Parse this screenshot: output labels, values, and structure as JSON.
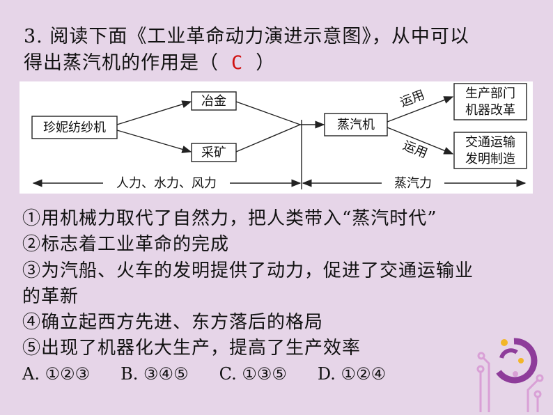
{
  "question": {
    "line1": "3. 阅读下面《工业革命动力演进示意图》，从中可以",
    "line2_prefix": "得出蒸汽机的作用是（",
    "answer": "C",
    "line2_suffix": "）"
  },
  "diagram": {
    "start": "珍妮纺纱机",
    "branch_top": "冶金",
    "branch_bottom": "采矿",
    "center": "蒸汽机",
    "use_top": "运用",
    "use_bottom": "运用",
    "result_top_line1": "生产部门",
    "result_top_line2": "机器改革",
    "result_bottom_line1": "交通运输",
    "result_bottom_line2": "发明制造",
    "span_left": "人力、水力、风力",
    "span_right": "蒸汽力"
  },
  "options": [
    "①用机械力取代了自然力，把人类带入“蒸汽时代”",
    "②标志着工业革命的完成",
    "③为汽船、火车的发明提供了动力，促进了交通运输业",
    "的革新",
    "④确立起西方先进、东方落后的格局",
    "⑤出现了机器化大生产，提高了生产效率"
  ],
  "choices": [
    "A. ①②③",
    "B. ③④⑤",
    "C. ①③⑤",
    "D. ①②④"
  ],
  "colors": {
    "background": "#e6d5e8",
    "answer": "#d01010",
    "accent_purple": "#8e3c9a",
    "accent_pink": "#d9a0d6",
    "accent_yellow": "#f2b628"
  }
}
